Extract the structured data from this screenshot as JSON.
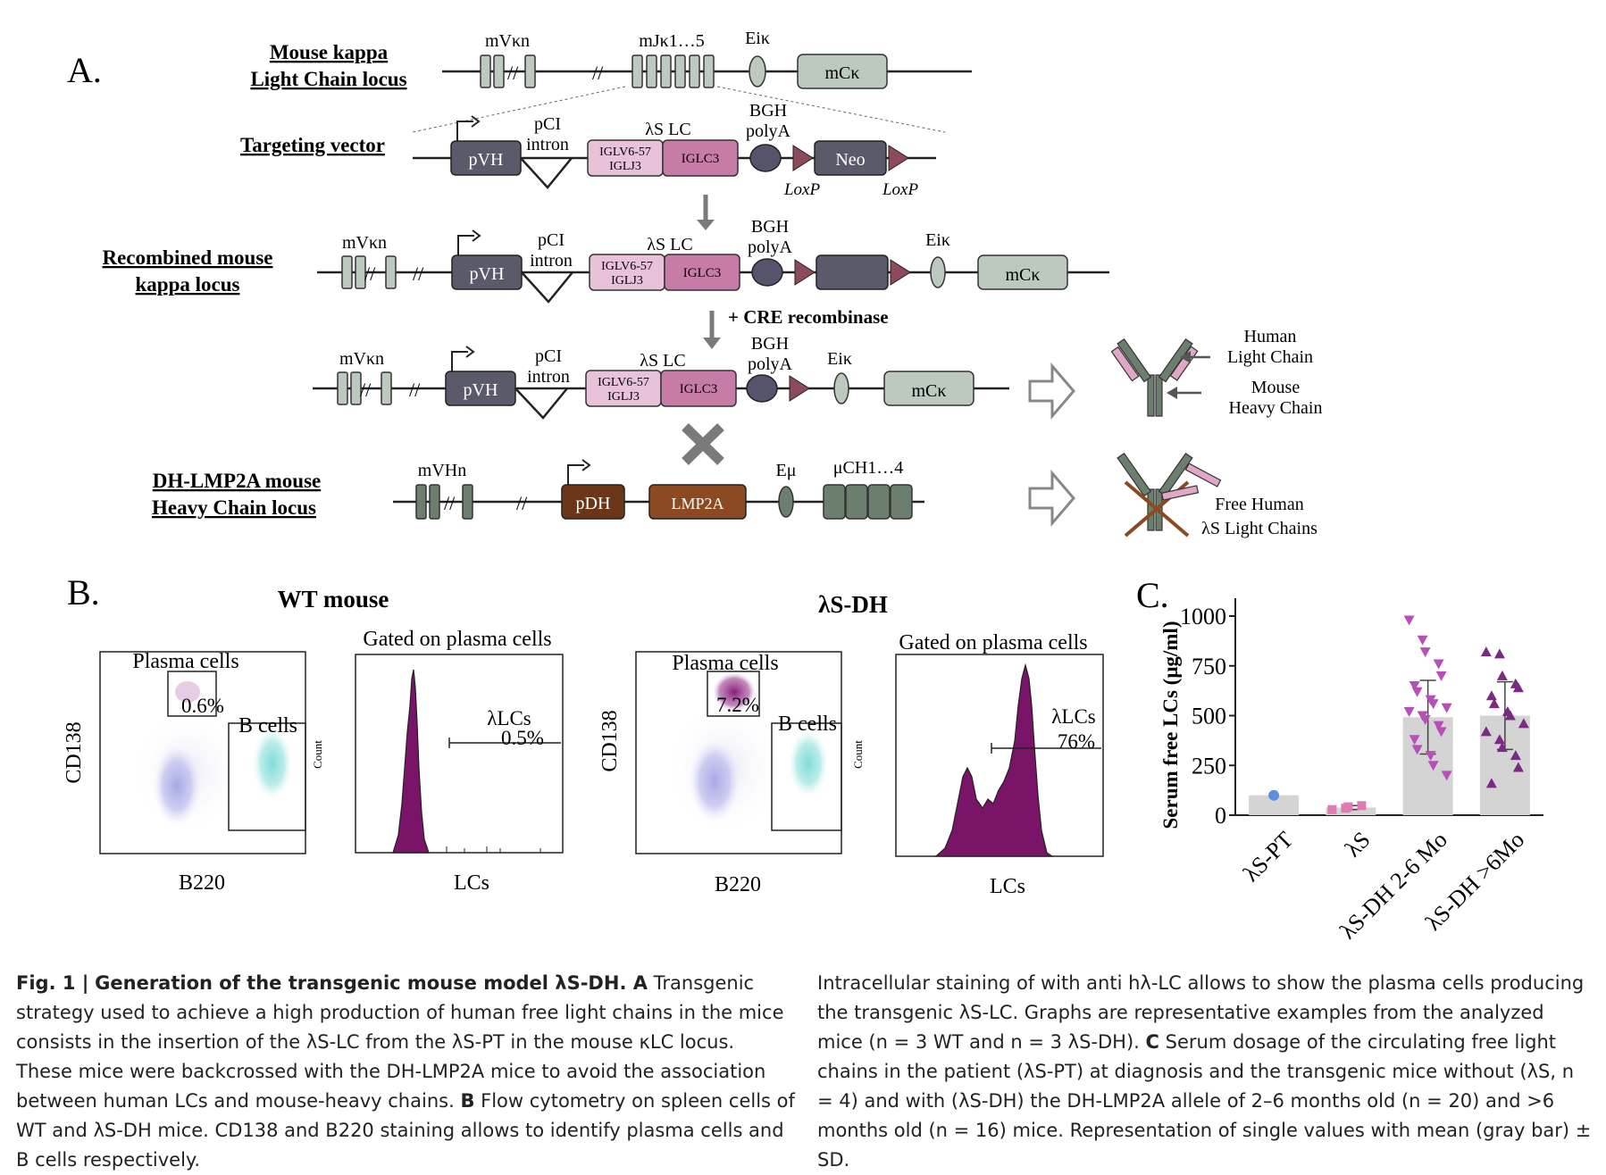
{
  "panel_a": {
    "label": "A.",
    "kappa_locus": {
      "title_line1": "Mouse kappa",
      "title_line2": "Light Chain locus",
      "mvkn": "mVκn",
      "mjk": "mJκ1…5",
      "eik": "Eiκ",
      "mck": "mCκ"
    },
    "targeting_vector": {
      "title": "Targeting vector",
      "pvh": "pVH",
      "pci_line1": "pCI",
      "pci_line2": "intron",
      "lambda_s_lc": "λS LC",
      "iglv_line1": "IGLV6-57",
      "iglv_line2": "IGLJ3",
      "iglc3": "IGLC3",
      "bgh_line1": "BGH",
      "bgh_line2": "polyA",
      "neo": "Neo",
      "loxp": "LoxP"
    },
    "recombined": {
      "title_line1": "Recombined mouse",
      "title_line2": "kappa locus",
      "mvkn": "mVκn",
      "eik": "Eiκ",
      "mck": "mCκ"
    },
    "cre": "+ CRE recombinase",
    "antibody": {
      "human_line1": "Human",
      "human_line2": "Light Chain",
      "mouse_line1": "Mouse",
      "mouse_line2": "Heavy Chain"
    },
    "dh_locus": {
      "title_line1": "DH-LMP2A mouse",
      "title_line2": "Heavy Chain locus",
      "mvhn": "mVHn",
      "pdh": "pDH",
      "lmp2a": "LMP2A",
      "emu": "Eμ",
      "uch": "μCH1…4"
    },
    "free": {
      "line1": "Free Human",
      "line2": "λS Light Chains"
    }
  },
  "panel_b": {
    "label": "B.",
    "wt": {
      "title": "WT mouse",
      "plasma_cells": "Plasma cells",
      "plasma_pct": "0.6%",
      "b_cells": "B cells",
      "y_label": "CD138",
      "x_label": "B220",
      "hist_title": "Gated on plasma cells",
      "hist_gate_label": "λLCs",
      "hist_gate_pct": "0.5%",
      "hist_y": "Count",
      "hist_x": "LCs"
    },
    "ls": {
      "title": "λS-DH",
      "plasma_cells": "Plasma cells",
      "plasma_pct": "7.2%",
      "b_cells": "B cells",
      "y_label": "CD138",
      "x_label": "B220",
      "hist_title": "Gated on plasma cells",
      "hist_gate_label": "λLCs",
      "hist_gate_pct": "76%",
      "hist_y": "Count",
      "hist_x": "LCs"
    }
  },
  "panel_c": {
    "label": "C."
  },
  "chart_data": {
    "type": "bar",
    "ylabel": "Serum free LCs (μg/ml)",
    "ylim": [
      0,
      1000
    ],
    "yticks": [
      "0",
      "250",
      "500",
      "750",
      "1000"
    ],
    "categories": [
      "λS-PT",
      "λS",
      "λS-DH 2-6 Mo",
      "λS-DH >6Mo"
    ],
    "means": [
      100,
      38,
      492,
      500
    ],
    "sd": [
      0,
      10,
      185,
      170
    ],
    "points": [
      [
        100
      ],
      [
        28,
        35,
        42,
        48
      ],
      [
        980,
        880,
        820,
        760,
        700,
        650,
        620,
        580,
        560,
        540,
        520,
        500,
        480,
        450,
        420,
        380,
        330,
        300,
        250,
        200
      ],
      [
        820,
        810,
        700,
        660,
        640,
        600,
        560,
        520,
        500,
        460,
        420,
        380,
        340,
        300,
        240,
        160
      ]
    ],
    "colors": [
      "#5b8fe0",
      "#e07ab0",
      "#b64fb8",
      "#7a2a80"
    ],
    "bar_color": "#d4d4d4"
  },
  "caption_left": {
    "fig": "Fig. 1 |",
    "title": "Generation of the transgenic mouse model λS-DH. A",
    "text_a": "Transgenic strategy used to achieve a high production of human free light chains in the mice consists in the insertion of the λS-LC from the λS-PT in the mouse κLC locus. These mice were backcrossed with the DH-LMP2A mice to avoid the association between human LCs and mouse-heavy chains.",
    "b": "B",
    "text_b": "Flow cytometry on spleen cells of WT and λS-DH mice. CD138 and B220 staining allows to identify plasma cells and B cells respectively."
  },
  "caption_right": {
    "text_1": "Intracellular staining of with anti hλ-LC allows to show the plasma cells producing the transgenic λS-LC. Graphs are representative examples from the analyzed mice (n = 3 WT and n = 3 λS-DH).",
    "c": "C",
    "text_2": "Serum dosage of the circulating free light chains in the patient (λS-PT) at diagnosis and the transgenic mice without (λS, n = 4) and with (λS-DH) the DH-LMP2A allele of 2–6 months old (n = 20) and >6 months old (n = 16) mice. Representation of single values with mean (gray bar) ± SD."
  }
}
